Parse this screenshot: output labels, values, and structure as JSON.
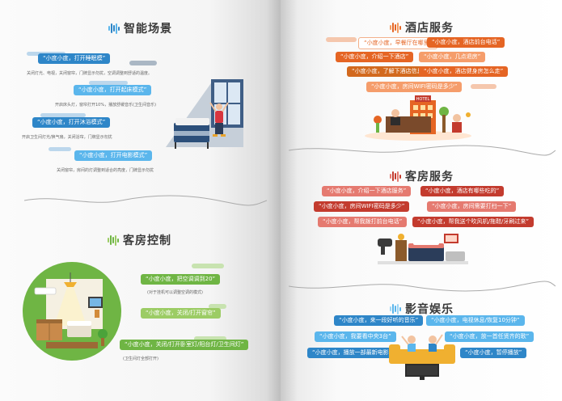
{
  "colors": {
    "blue": "#2e86c8",
    "green": "#6fb544",
    "orange": "#e56524",
    "red": "#c33b2e",
    "light_blue": "#5bb6ec",
    "divider": "#aaaaaa"
  },
  "smart_scene": {
    "title": "智能场景",
    "items": [
      {
        "bubble": "“小度小度，打开睡眠模”",
        "caption": "关闭灯光、电视，关闭窗帘，门牌显示勿扰，空调调整到舒适的温度。"
      },
      {
        "bubble": "“小度小度，打开起床模式”",
        "caption": "开启床头灯，窗帘打开10%，播放舒缓音乐(卫生间音乐)"
      },
      {
        "bubble": "“小度小度，打开沐浴模式”",
        "caption": "开启卫生间灯光/换气扇，关闭浴帘，门牌显示勿扰"
      },
      {
        "bubble": "“小度小度，打开电影模式”",
        "caption": "关闭窗帘，房间的灯调整到适合的亮度，门牌显示勿扰"
      }
    ]
  },
  "room_control": {
    "title": "客房控制",
    "items": [
      {
        "bubble": "“小度小度，把空调调到20”",
        "caption": "(对于挂机可以调整空调的模式)"
      },
      {
        "bubble": "“小度小度，关闭/打开窗帘”",
        "caption": ""
      },
      {
        "bubble": "“小度小度，关闭/打开卧室灯/阳台灯/卫生间灯”",
        "caption": "(卫生间灯全部打开)"
      }
    ]
  },
  "hotel_service": {
    "title": "酒店服务",
    "items": [
      {
        "bubble": "“小度小度，早餐厅在哪里”"
      },
      {
        "bubble": "“小度小度，酒店前台电话”"
      },
      {
        "bubble": "“小度小度，介绍一下酒店”"
      },
      {
        "bubble": "“小度小度，几点退房”"
      },
      {
        "bubble": "“小度小度，了解下酒店信息”"
      },
      {
        "bubble": "“小度小度，酒店健身房怎么走”"
      },
      {
        "bubble": "“小度小度，房间WIFI密码是多少”"
      }
    ],
    "illustration_sign": "HOTEL"
  },
  "guest_service": {
    "title": "客房服务",
    "items": [
      {
        "bubble": "“小度小度，介绍一下酒店服务”"
      },
      {
        "bubble": "“小度小度，酒店有哪些吃的”"
      },
      {
        "bubble": "“小度小度，房间WIFI密码是多少”"
      },
      {
        "bubble": "“小度小度，房间需要打扫一下”"
      },
      {
        "bubble": "“小度小度，帮我拨打前台电话”"
      },
      {
        "bubble": "“小度小度，帮我送个吹风机/拖鞋/牙刷过来”"
      }
    ]
  },
  "av_entertainment": {
    "title": "影音娱乐",
    "items": [
      {
        "bubble": "“小度小度，来一段好听的音乐”"
      },
      {
        "bubble": "“小度小度，电视休息/恢复10分钟”"
      },
      {
        "bubble": "“小度小度，我要看中央3台”"
      },
      {
        "bubble": "“小度小度，放一首任贤齐的歌”"
      },
      {
        "bubble": "“小度小度，播放一部最新电影”"
      },
      {
        "bubble": "“小度小度，暂停播放”"
      }
    ]
  }
}
